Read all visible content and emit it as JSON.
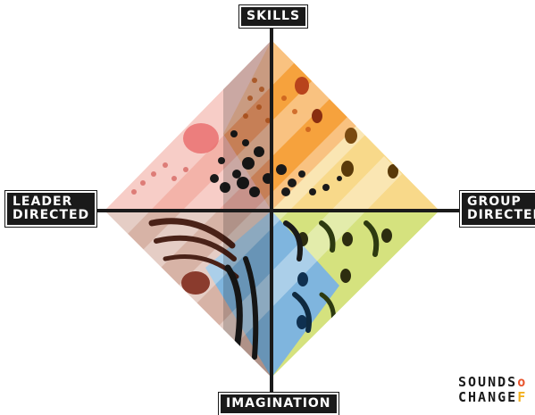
{
  "labels": {
    "top": "SKILLS",
    "bottom": "IMAGINATION",
    "left_line1": "LEADER",
    "left_line2": "DIRECTED",
    "right_line1": "GROUP",
    "right_line2": "DIRECTED"
  },
  "logo": {
    "line1": "SOUNDS",
    "line1_mark": "o",
    "line2": "CHANGE",
    "line2_mark": "F"
  },
  "colors": {
    "quadrant_top_left": "#e98783",
    "quadrant_top_right": "#f6b92a",
    "quadrant_bottom_left": "#a45b4d",
    "quadrant_bottom_right": "#a6c430",
    "quadrant_bottom_center": "#1f86c8",
    "quadrant_top_center": "#f07a33",
    "axis": "#1a1a1a"
  }
}
